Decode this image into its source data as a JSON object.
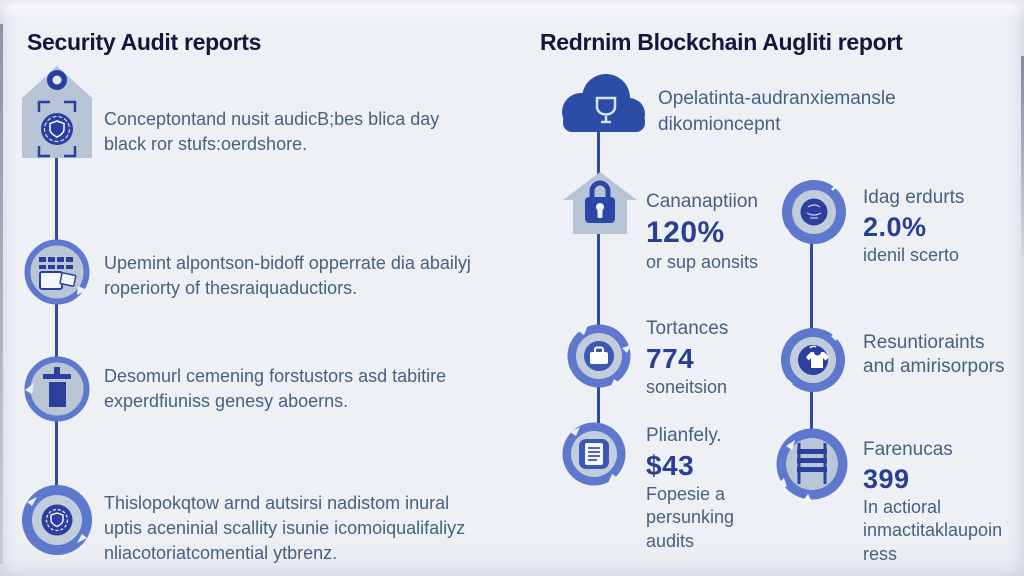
{
  "page": {
    "background": "#edf0f5"
  },
  "colors": {
    "title": "#14173c",
    "body_text": "#47617f",
    "stat_value": "#2b3f92",
    "connector": "#2f4ba3",
    "ring": "#5d78cd",
    "ring_interior": "#c2cddc",
    "glyph_dark": "#2b3f9e",
    "shape_light": "#b6c4d6",
    "cloud": "#2c4da5"
  },
  "left": {
    "title": "Security Audit reports",
    "items": [
      {
        "icon": "shield-tag-icon",
        "text": "Conceptontand nusit audicB;bes blica day\nblack ror stufs:oerdshore."
      },
      {
        "icon": "calendar-icon",
        "text": "Upemint alpontson-bidoff opperrate dia abailyj\nroperiorty of thesraiquaductiors."
      },
      {
        "icon": "stamp-icon",
        "text": "Desomurl cemening forstustors asd tabitire\nexperdfiuniss genesy aboerns."
      },
      {
        "icon": "gear-emblem-icon",
        "text": "Thislopokqtow arnd autsirsi nadistom inural\nuptis aceninial scallity isunie icomoiqualifaliyz\nnliacotoriatcomential ytbrenz."
      }
    ]
  },
  "right": {
    "title": "Redrnim Blockchain Augliti report",
    "intro": {
      "icon": "cloud-trophy-icon",
      "text": "Opelatinta-audranxiemansle\ndikomioncepnt"
    },
    "stats_col1": [
      {
        "icon": "house-lock-icon",
        "label": "Cananaptiion",
        "value": "120%",
        "sub": "or sup aonsits"
      },
      {
        "icon": "briefcase-icon",
        "label": "Tortances",
        "value": "774",
        "sub": "soneitsion"
      },
      {
        "icon": "document-icon",
        "label": "Plianfely.",
        "value": "$43",
        "sub": "Fopesie a\npersunking\naudits"
      }
    ],
    "stats_col2": [
      {
        "icon": "target-icon",
        "label": "Idag erdurts",
        "value": "2.0%",
        "sub": "idenil scerto"
      },
      {
        "icon": "jersey-icon",
        "label": "Resuntioraints\nand amirisorpors"
      },
      {
        "icon": "ladder-icon",
        "label": "Farenucas",
        "value": "399",
        "sub": "In actioral\ninmactitaklaupoin\nress"
      }
    ]
  }
}
